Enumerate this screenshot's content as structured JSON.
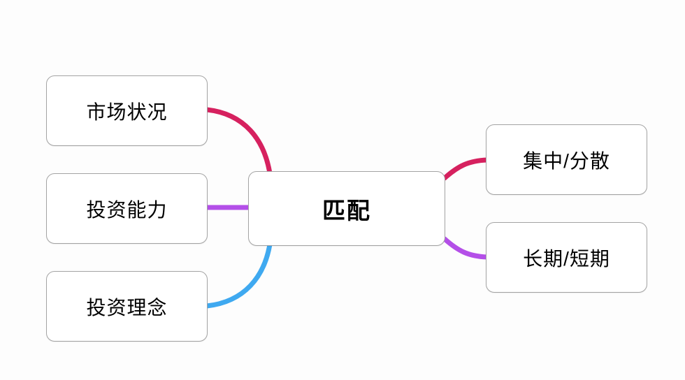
{
  "diagram": {
    "type": "mindmap",
    "center_node": {
      "label": "匹配"
    },
    "left_nodes": [
      {
        "label": "市场状况"
      },
      {
        "label": "投资能力"
      },
      {
        "label": "投资理念"
      }
    ],
    "right_nodes": [
      {
        "label": "集中/分散"
      },
      {
        "label": "长期/短期"
      }
    ],
    "edges": [
      {
        "from": "市场状况",
        "to": "匹配",
        "color_key": "crimson"
      },
      {
        "from": "投资能力",
        "to": "匹配",
        "color_key": "purple"
      },
      {
        "from": "投资理念",
        "to": "匹配",
        "color_key": "blue"
      },
      {
        "from": "匹配",
        "to": "集中/分散",
        "color_key": "crimson"
      },
      {
        "from": "匹配",
        "to": "长期/短期",
        "color_key": "purple"
      }
    ],
    "colors": {
      "crimson": "#d6215f",
      "purple": "#b44fe8",
      "blue": "#3fa9f0",
      "node_border": "#a3a3a3",
      "node_fill": "#ffffff",
      "text": "#000000",
      "background": "#fdfdfd"
    }
  }
}
